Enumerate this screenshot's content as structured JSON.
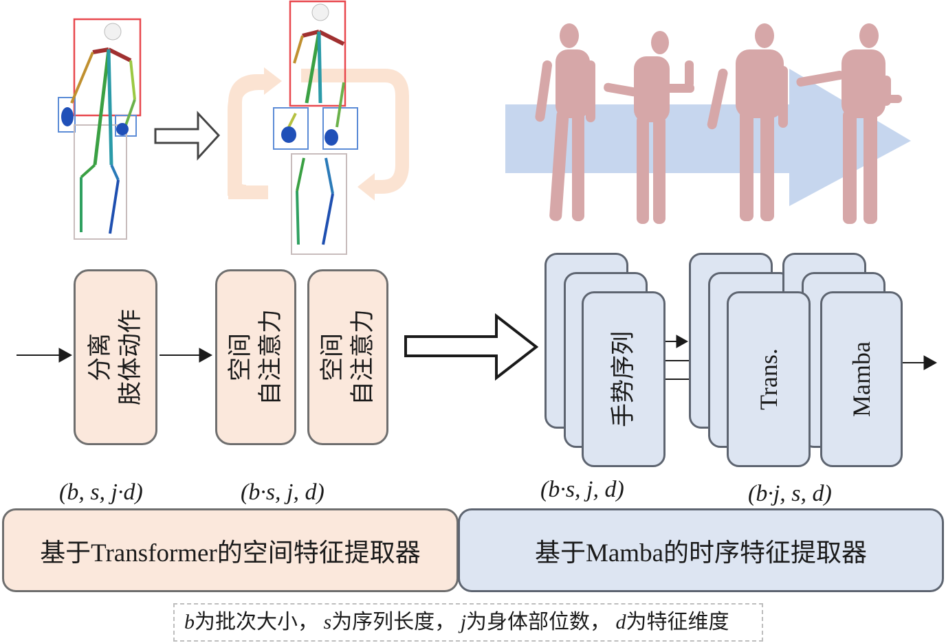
{
  "figure": {
    "top_left_illustration": {
      "description": "skeleton partitioned into body parts (upper body, two hands, lower body) with bounding boxes",
      "boxes": [
        {
          "part": "upper-body",
          "color": "#e8474d"
        },
        {
          "part": "left-hand",
          "color": "#5b8bd6"
        },
        {
          "part": "right-hand",
          "color": "#5b8bd6"
        },
        {
          "part": "lower-body",
          "color": "#c8bcbc"
        }
      ],
      "cycle_arrow_color": "#fbe3d2"
    },
    "top_right_illustration": {
      "description": "sequence of four 3D human poses over a time arrow",
      "figure_count": 4,
      "time_arrow_color": "#c6d6ee",
      "body_color": "#d6a7a8"
    },
    "modules": {
      "separate_limbs": {
        "lines": [
          "分离",
          "肢体动作"
        ]
      },
      "spatial_attention_1": {
        "lines": [
          "空间",
          "自注意力"
        ]
      },
      "spatial_attention_2": {
        "lines": [
          "空间",
          "自注意力"
        ]
      },
      "gesture_sequence": {
        "label": "手势序列"
      },
      "trans": {
        "label": "Trans."
      },
      "mamba": {
        "label": "Mamba"
      }
    },
    "dimensions": {
      "d1": "(b, s, j·d)",
      "d2": "(b·s, j, d)",
      "d3": "(b·s, j, d)",
      "d4": "(b·j, s, d)"
    },
    "extractors": {
      "spatial": "基于Transformer的空间特征提取器",
      "temporal": "基于Mamba的时序特征提取器"
    },
    "legend": {
      "parts": [
        {
          "var": "b",
          "text": "为批次大小，"
        },
        {
          "var": "s",
          "text": "为序列长度，"
        },
        {
          "var": "j",
          "text": "为身体部位数，"
        },
        {
          "var": "d",
          "text": "为特征维度"
        }
      ]
    },
    "colors": {
      "peach_fill": "#fbe8dc",
      "blue_fill": "#dde5f2",
      "border": "#6e6e6e",
      "arrow": "#1a1a1a"
    }
  }
}
